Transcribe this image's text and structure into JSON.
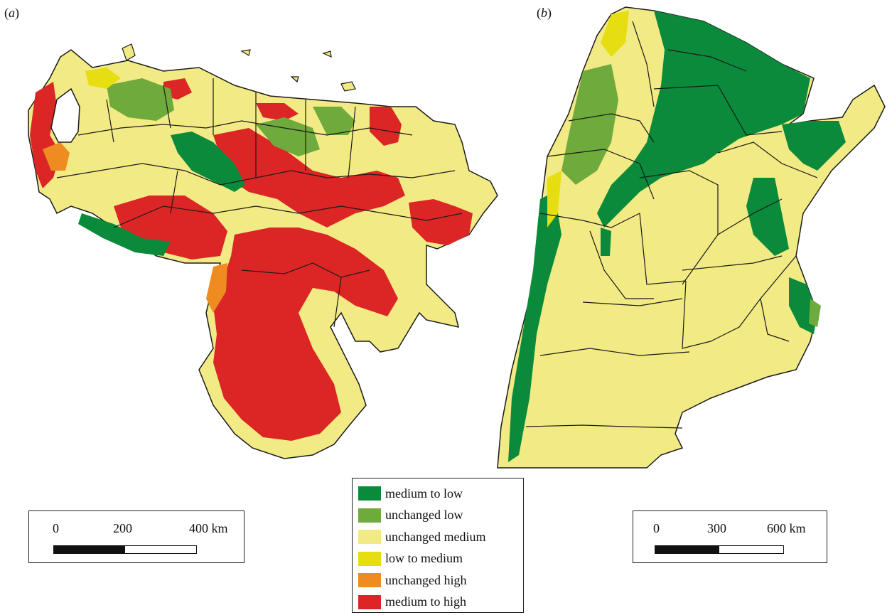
{
  "panels": [
    {
      "label": "a"
    },
    {
      "label": "b"
    }
  ],
  "legend": {
    "items": [
      {
        "label": "medium to low",
        "color": "#0a8a3a"
      },
      {
        "label": "unchanged low",
        "color": "#6faa3c"
      },
      {
        "label": "unchanged medium",
        "color": "#f2ea84"
      },
      {
        "label": "low to medium",
        "color": "#e6de10"
      },
      {
        "label": "unchanged high",
        "color": "#ee8c22"
      },
      {
        "label": "medium to high",
        "color": "#dc2626"
      }
    ]
  },
  "scale_a": {
    "ticks": [
      "0",
      "200",
      "400 km"
    ]
  },
  "scale_b": {
    "ticks": [
      "0",
      "300",
      "600 km"
    ]
  },
  "colors": {
    "border": "#1a1a1a",
    "background": "#ffffff"
  }
}
